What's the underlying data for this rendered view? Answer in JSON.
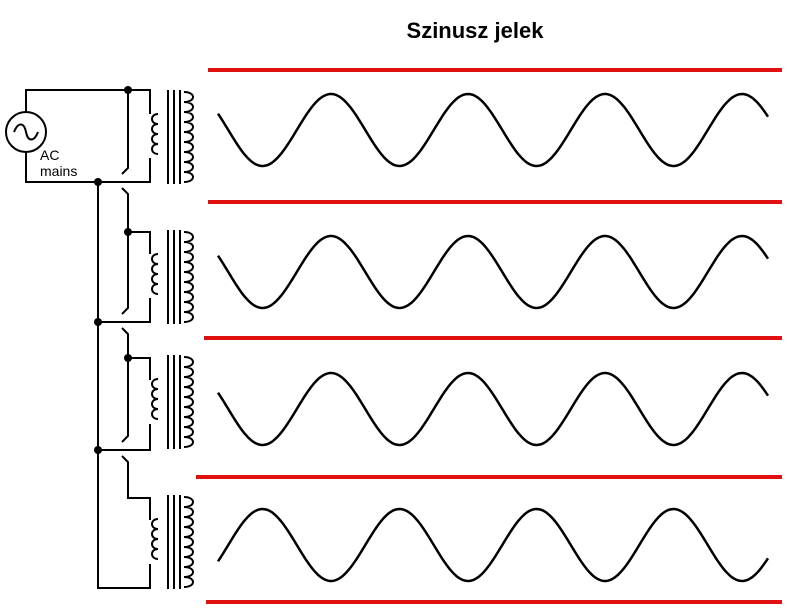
{
  "title": "Szinusz jelek",
  "source": {
    "label_line1": "AC",
    "label_line2": "mains",
    "icon": "ac-source-icon"
  },
  "channels": [
    {
      "signal": "sine",
      "cycles": 4
    },
    {
      "signal": "sine",
      "cycles": 4
    },
    {
      "signal": "sine",
      "cycles": 4
    },
    {
      "signal": "sine",
      "cycles": 4
    }
  ],
  "colors": {
    "separator": "#e01010",
    "waveform": "#000000",
    "wiring": "#000000"
  }
}
